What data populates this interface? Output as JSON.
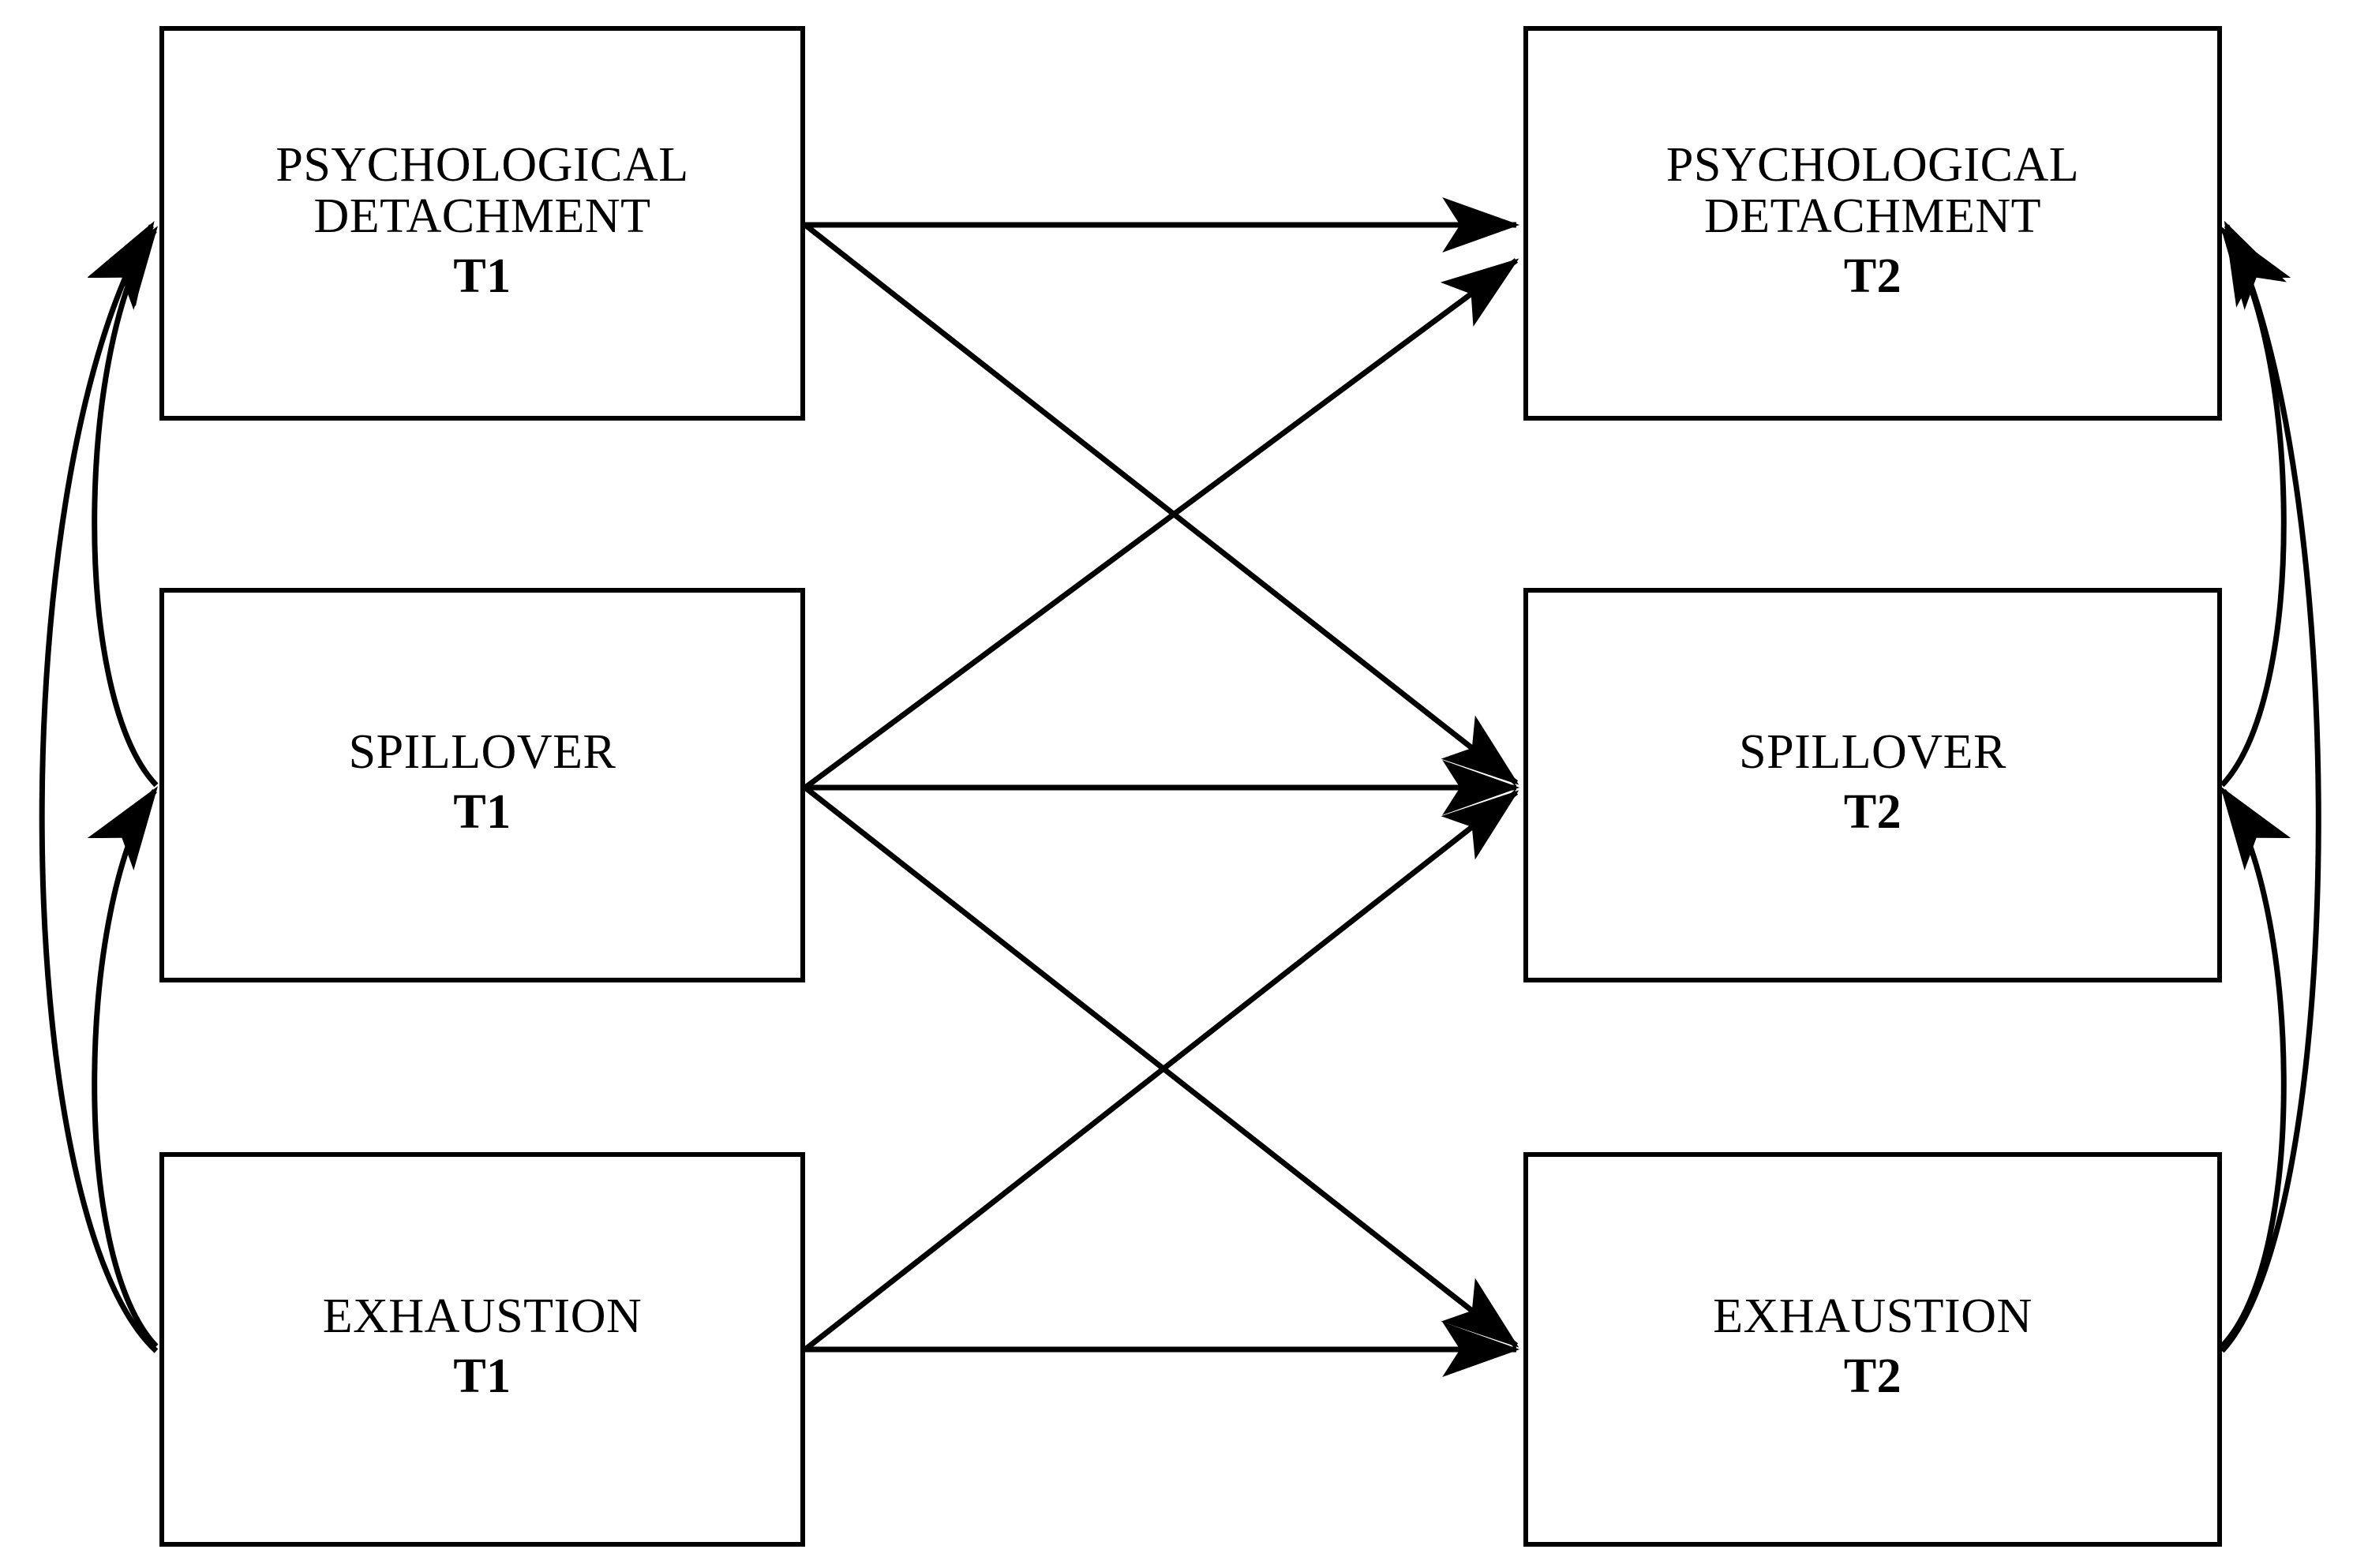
{
  "diagram": {
    "type": "cross-lagged-panel-model",
    "stroke_color": "#000000",
    "background_color": "#ffffff",
    "nodes": [
      {
        "id": "pd_t1",
        "label": "PSYCHOLOGICAL\nDETACHMENT",
        "wave": "T1",
        "column": "left",
        "row": 1
      },
      {
        "id": "spil_t1",
        "label": "SPILLOVER",
        "wave": "T1",
        "column": "left",
        "row": 2
      },
      {
        "id": "exh_t1",
        "label": "EXHAUSTION",
        "wave": "T1",
        "column": "left",
        "row": 3
      },
      {
        "id": "pd_t2",
        "label": "PSYCHOLOGICAL\nDETACHMENT",
        "wave": "T2",
        "column": "right",
        "row": 1
      },
      {
        "id": "spil_t2",
        "label": "SPILLOVER",
        "wave": "T2",
        "column": "right",
        "row": 2
      },
      {
        "id": "exh_t2",
        "label": "EXHAUSTION",
        "wave": "T2",
        "column": "right",
        "row": 3
      }
    ],
    "directed_paths": [
      {
        "from": "pd_t1",
        "to": "pd_t2",
        "kind": "autoregressive"
      },
      {
        "from": "spil_t1",
        "to": "spil_t2",
        "kind": "autoregressive"
      },
      {
        "from": "exh_t1",
        "to": "exh_t2",
        "kind": "autoregressive"
      },
      {
        "from": "pd_t1",
        "to": "spil_t2",
        "kind": "cross-lagged"
      },
      {
        "from": "spil_t1",
        "to": "pd_t2",
        "kind": "cross-lagged"
      },
      {
        "from": "spil_t1",
        "to": "exh_t2",
        "kind": "cross-lagged"
      },
      {
        "from": "exh_t1",
        "to": "spil_t2",
        "kind": "cross-lagged"
      }
    ],
    "curved_paths": [
      {
        "from": "spil_t1",
        "to": "pd_t1",
        "side": "left",
        "kind": "correlation"
      },
      {
        "from": "exh_t1",
        "to": "spil_t1",
        "side": "left",
        "kind": "correlation"
      },
      {
        "from": "exh_t1",
        "to": "pd_t1",
        "side": "left",
        "kind": "correlation"
      },
      {
        "from": "spil_t2",
        "to": "pd_t2",
        "side": "right",
        "kind": "correlation"
      },
      {
        "from": "exh_t2",
        "to": "spil_t2",
        "side": "right",
        "kind": "correlation"
      },
      {
        "from": "exh_t2",
        "to": "pd_t2",
        "side": "right",
        "kind": "correlation"
      }
    ]
  }
}
